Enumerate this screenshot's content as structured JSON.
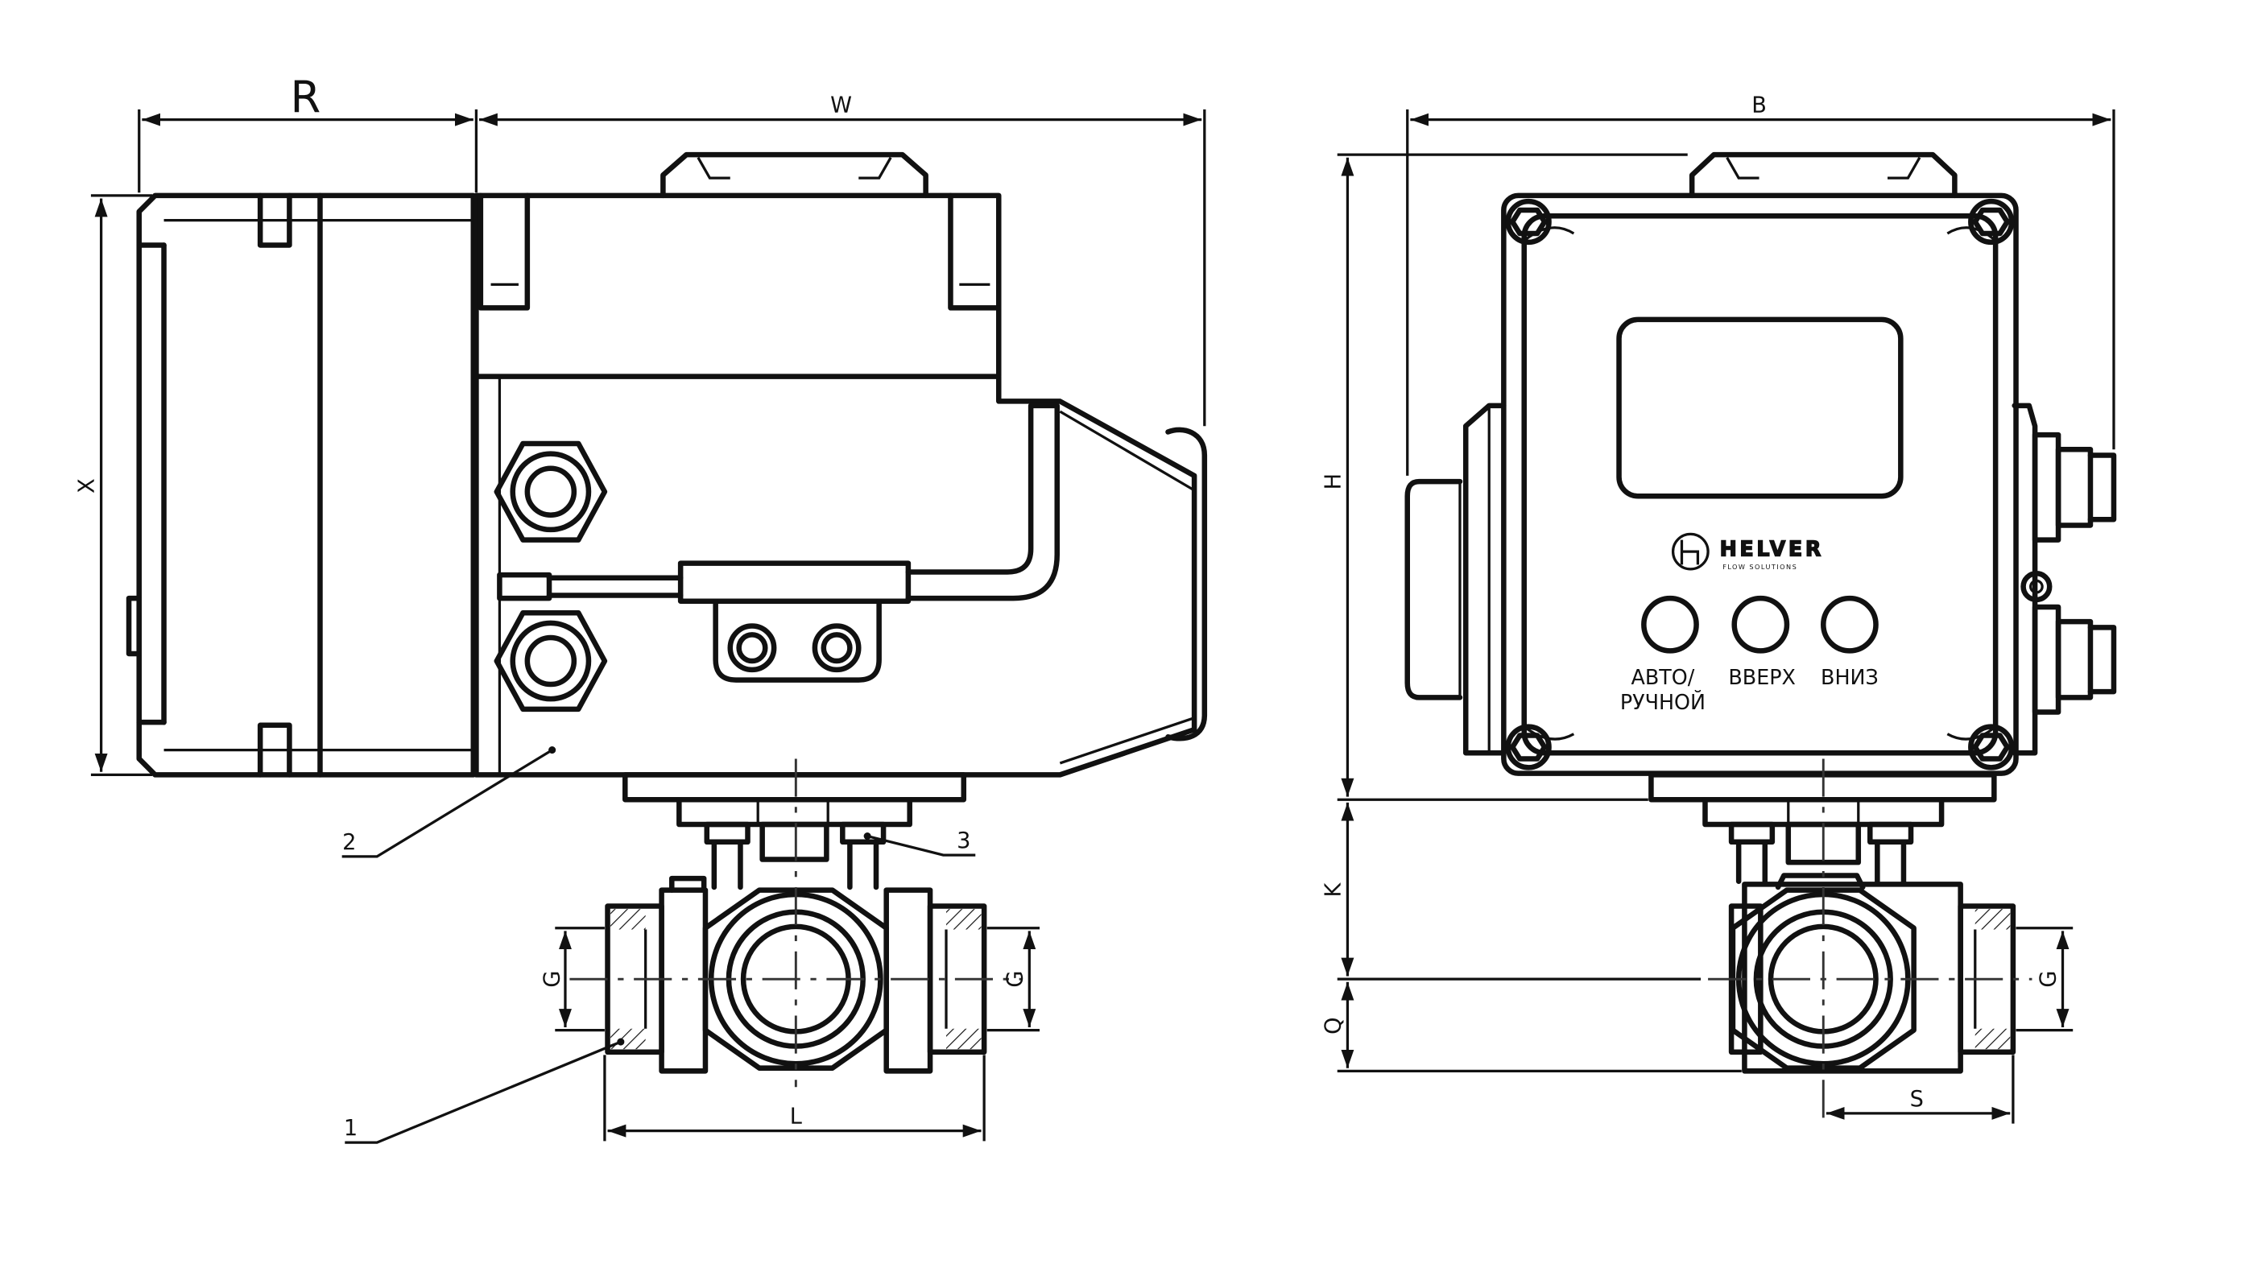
{
  "dimensions": {
    "R": "R",
    "W": "W",
    "X": "X",
    "B": "B",
    "H": "H",
    "K": "K",
    "Q": "Q",
    "G_left": "G",
    "G_right": "G",
    "G_side": "G",
    "L": "L",
    "S": "S"
  },
  "callouts": {
    "c1": "1",
    "c2": "2",
    "c3": "3"
  },
  "controls": {
    "auto_line1": "АВТО/",
    "auto_line2": "РУЧНОЙ",
    "up": "ВВЕРХ",
    "down": "ВНИЗ"
  },
  "brand": {
    "name": "HELVER",
    "tagline": "FLOW SOLUTIONS"
  },
  "colors": {
    "ink": "#111111",
    "paper": "#ffffff"
  }
}
